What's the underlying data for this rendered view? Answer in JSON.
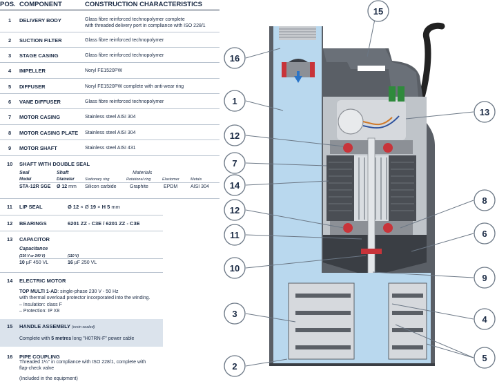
{
  "header": {
    "pos": "POS.",
    "component": "COMPONENT",
    "characteristics": "CONSTRUCTION CHARACTERISTICS"
  },
  "rows": [
    {
      "pos": "1",
      "component": "DELIVERY BODY",
      "desc": [
        "Glass fibre reinforced technopolymer complete",
        "with threaded delivery port in compliance with ISO 228/1"
      ]
    },
    {
      "pos": "2",
      "component": "SUCTION FILTER",
      "desc": [
        "Glass fibre reinforced technopolymer"
      ]
    },
    {
      "pos": "3",
      "component": "STAGE CASING",
      "desc": [
        "Glass fibre reinforced technopolymer"
      ]
    },
    {
      "pos": "4",
      "component": "IMPELLER",
      "desc": [
        "Noryl FE1520PW"
      ]
    },
    {
      "pos": "5",
      "component": "DIFFUSER",
      "desc": [
        "Noryl FE1520PW complete with anti-wear ring"
      ]
    },
    {
      "pos": "6",
      "component": "VANE DIFFUSER",
      "desc": [
        "Glass fibre reinforced technopolymer"
      ]
    },
    {
      "pos": "7",
      "component": "MOTOR CASING",
      "desc": [
        "Stainless steel AISI 304"
      ]
    },
    {
      "pos": "8",
      "component": "MOTOR CASING PLATE",
      "desc": [
        "Stainless steel AISI 304"
      ]
    },
    {
      "pos": "9",
      "component": "MOTOR SHAFT",
      "desc": [
        "Stainless steel AISI 431"
      ]
    }
  ],
  "seal": {
    "pos": "10",
    "component": "SHAFT WITH DOUBLE SEAL",
    "h_seal": "Seal",
    "h_shaft": "Shaft",
    "h_materials": "Materials",
    "h_model": "Model",
    "h_diameter": "Diameter",
    "h_stationary": "Stationary ring",
    "h_rotational": "Rotational ring",
    "h_elastomer": "Elastomer",
    "h_metals": "Metals",
    "model": "STA-12R SGE",
    "diameter_symbol": "Ø 12",
    "diameter_unit": " mm",
    "stationary": "Silicon carbide",
    "rotational": "Graphite",
    "elastomer": "EPDM",
    "metals": "AISI 304"
  },
  "lip_seal": {
    "pos": "11",
    "component": "LIP SEAL",
    "d1": "Ø 12",
    "d2": "19",
    "h": "H 5",
    "times": " × Ø ",
    "times2": " × ",
    "unit": " mm"
  },
  "bearings": {
    "pos": "12",
    "component": "BEARINGS",
    "value": "6201 ZZ - C3E / 6201 ZZ - C3E"
  },
  "capacitor": {
    "pos": "13",
    "component": "CAPACITOR",
    "h_capacitance": "Capacitance",
    "h_v1": "(230 V or 240 V)",
    "h_v2": "(110 V)",
    "v1_value": "10",
    "v1_unit": " µF 450 VL",
    "v2_value": "16",
    "v2_unit": " µF 250 VL"
  },
  "motor": {
    "pos": "14",
    "component": "ELECTRIC MOTOR",
    "model": "TOP MULTI 1-AD",
    "line1": ": single-phase 230 V - 50 Hz",
    "line2": "with thermal overload protector incorporated into the winding.",
    "insulation": "– Insulation:   class F",
    "protection": "– Protection:   IP X8"
  },
  "handle": {
    "pos": "15",
    "component": "HANDLE ASSEMBLY",
    "note": "(resin sealed)",
    "text_pre": "Complete with ",
    "text_bold": "5 metres",
    "text_post": " long \"H07RN-F\" power cable"
  },
  "coupling": {
    "pos": "16",
    "component": "PIPE COUPLING",
    "line1": "Threaded 1¼\" in compliance with ISO 228/1, complete with",
    "line2": "flap-check valve",
    "line3": "(Included in the equipment)"
  },
  "callouts": [
    "15",
    "16",
    "1",
    "13",
    "12",
    "7",
    "14",
    "12",
    "11",
    "8",
    "6",
    "10",
    "9",
    "3",
    "4",
    "5",
    "2"
  ],
  "colors": {
    "accent_text": "#1a2a44",
    "water": "#b9d8ee",
    "body_gray": "#bfc4c9",
    "dark_gray": "#5a5f66",
    "handle_bg": "#dbe3ec",
    "seal_red": "#c8343a",
    "arrow_blue": "#2a74c7",
    "cap_green": "#2f8a3c"
  }
}
